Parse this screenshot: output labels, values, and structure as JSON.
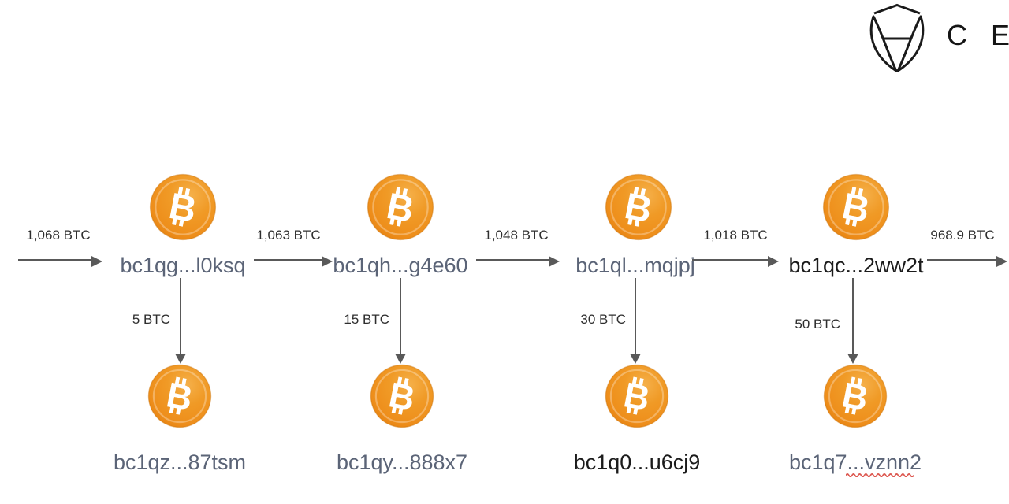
{
  "brand": {
    "wordmark_visible_text": "CE",
    "icon": "certik-shield-icon"
  },
  "colors": {
    "background": "#ffffff",
    "coin_orange": "#F0961F",
    "coin_orange_light": "#F4AC43",
    "coin_orange_dark": "#E37F0F",
    "address_muted": "#5b6477",
    "address_dark": "#1b1b1b",
    "arrow_gray": "#595959",
    "spellcheck_red": "#DD5A52",
    "logo_black": "#151515"
  },
  "flow": {
    "description": "bitcoin-peel-chain",
    "chain": [
      {
        "in_amount": "1,068 BTC",
        "address": "bc1qg...l0ksq",
        "peel_amount": "5 BTC",
        "peel_address": "bc1qz...87tsm"
      },
      {
        "in_amount": "1,063 BTC",
        "address": "bc1qh...g4e60",
        "peel_amount": "15 BTC",
        "peel_address": "bc1qy...888x7"
      },
      {
        "in_amount": "1,048 BTC",
        "address": "bc1ql...mqjpj",
        "peel_amount": "30 BTC",
        "peel_address": "bc1q0...u6cj9"
      },
      {
        "in_amount": "1,018 BTC",
        "address": "bc1qc...2ww2t",
        "peel_amount": "50 BTC",
        "peel_address": "bc1q7...vznn2"
      }
    ],
    "out_amount": "968.9 BTC"
  }
}
